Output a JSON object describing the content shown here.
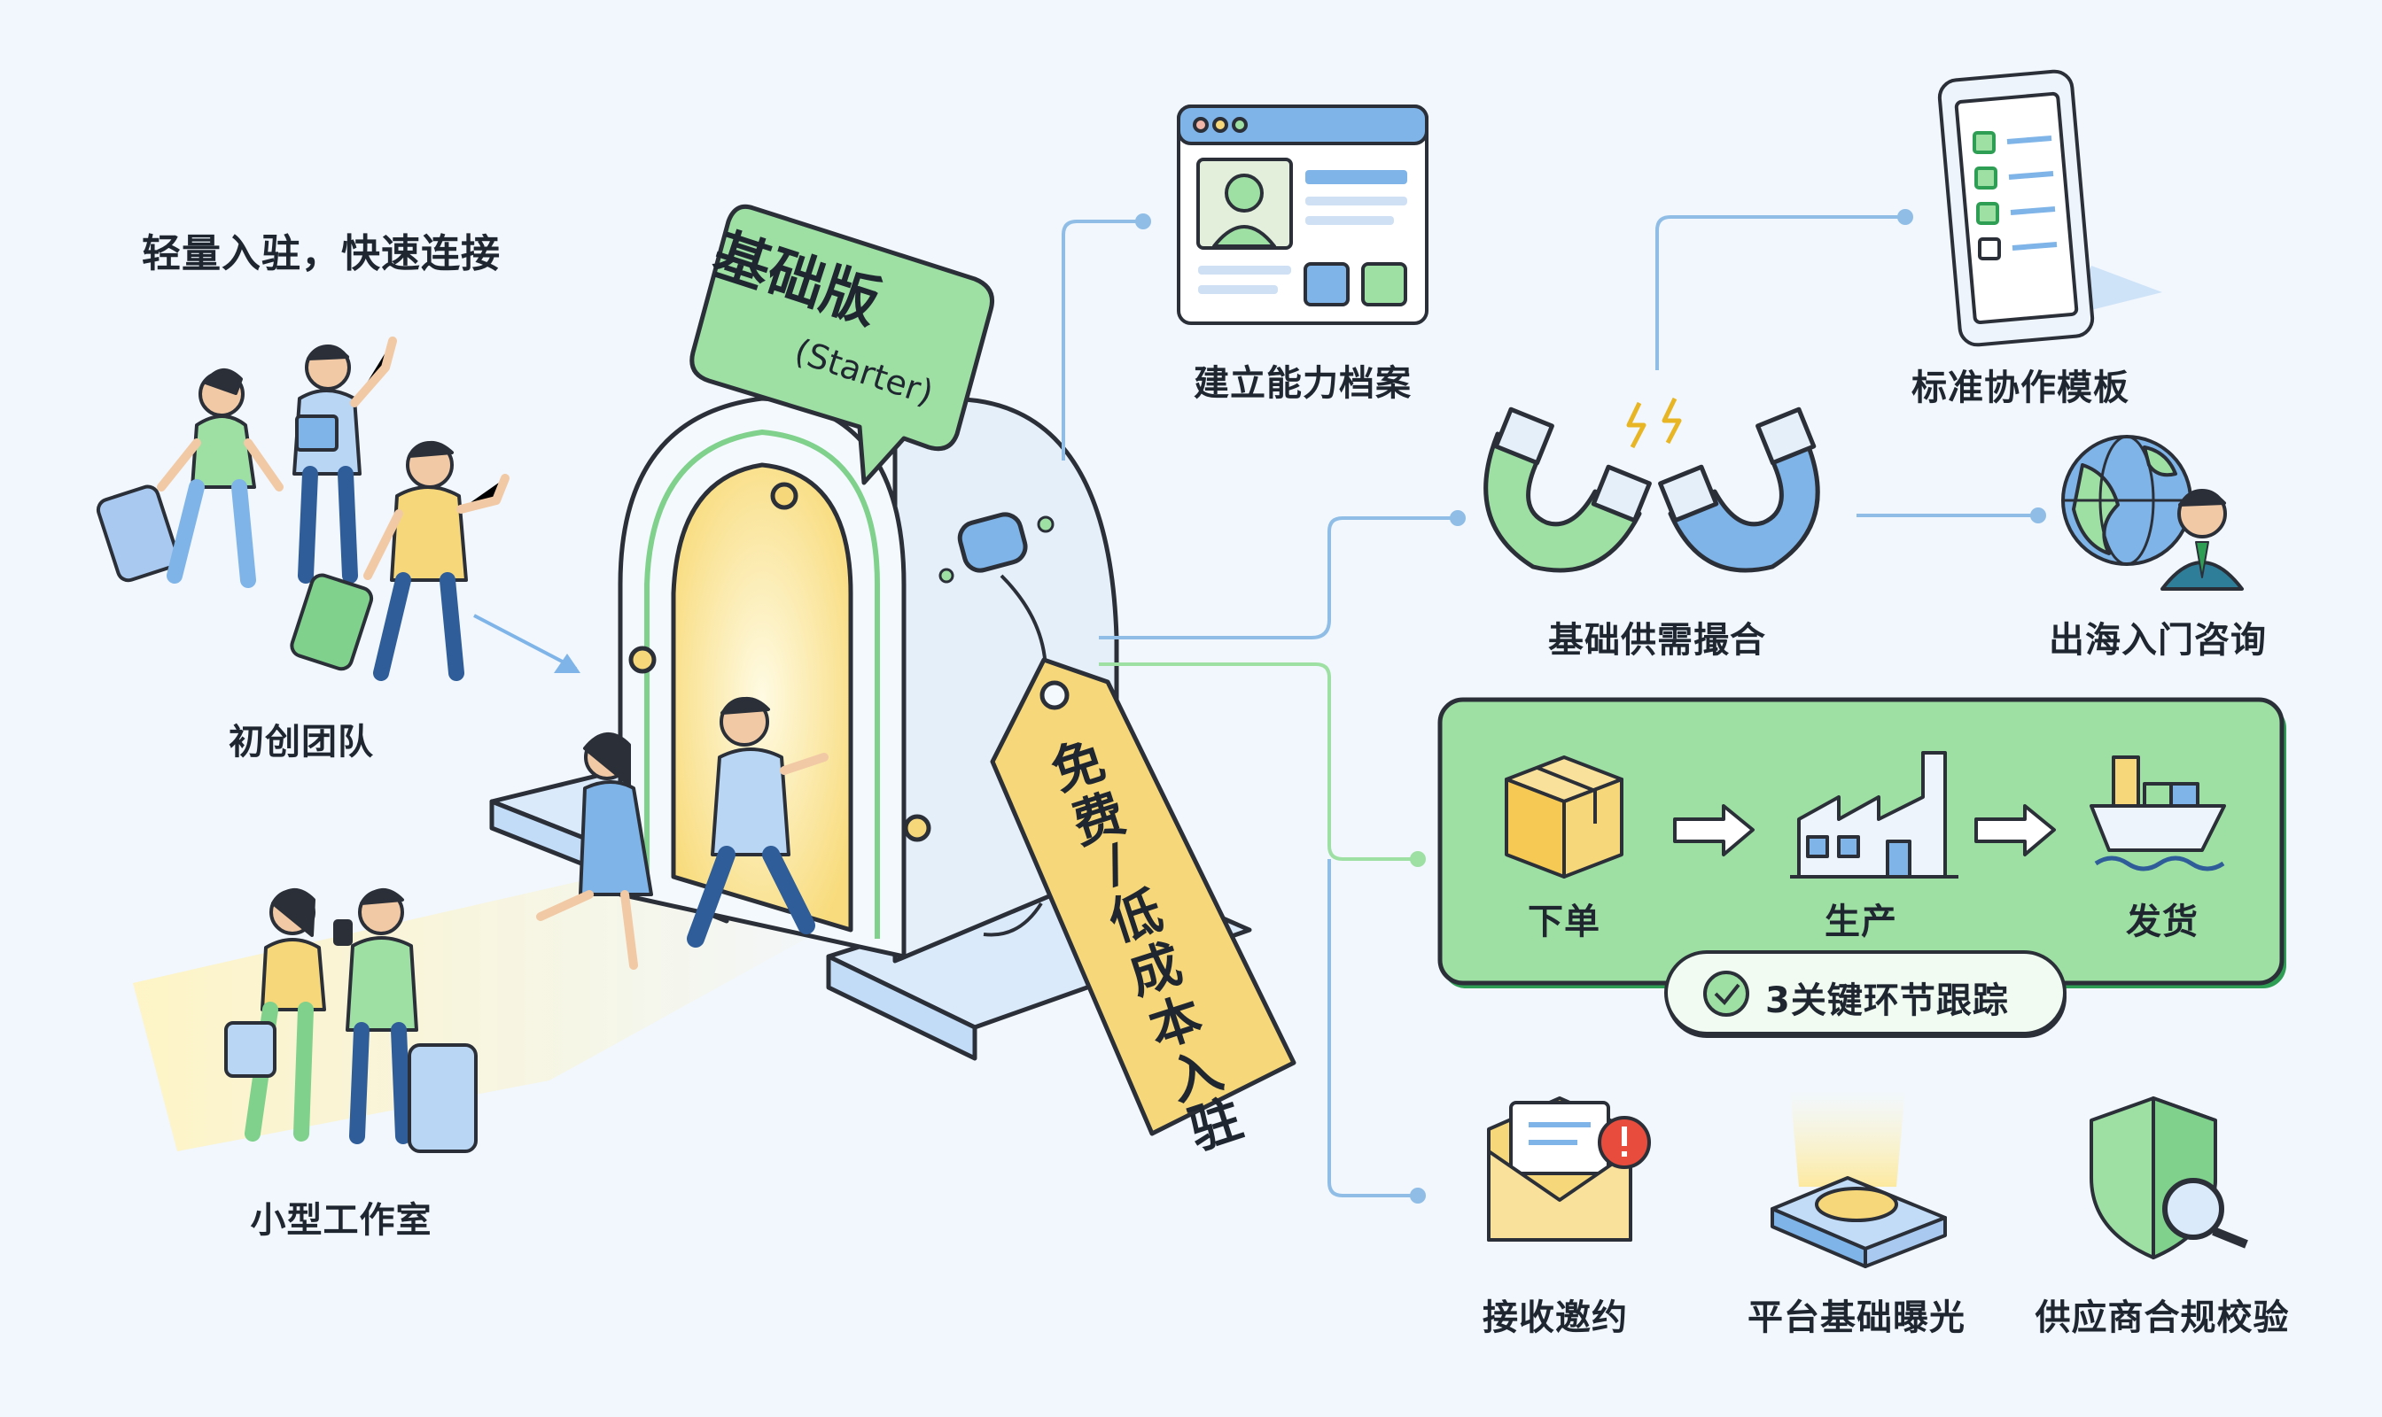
{
  "header": {
    "title": "轻量入驻，快速连接"
  },
  "groups": {
    "startup_team": "初创团队",
    "small_studio": "小型工作室"
  },
  "gate": {
    "sign_title": "基础版",
    "sign_subtitle": "(Starter)",
    "tag_text": [
      "免",
      "费",
      "/",
      "低",
      "成",
      "本",
      "入",
      "驻"
    ]
  },
  "features": {
    "profile": "建立能力档案",
    "template": "标准协作模板",
    "matching": "基础供需撮合",
    "overseas": "出海入门咨询",
    "invitation": "接收邀约",
    "exposure": "平台基础曝光",
    "compliance": "供应商合规校验"
  },
  "flow": {
    "steps": [
      "下单",
      "生产",
      "发货"
    ],
    "tracking": "3关键环节跟踪"
  },
  "colors": {
    "background": "#f1f7fd",
    "green": "#9ee0a4",
    "green_dark": "#2f9e55",
    "blue": "#7fb4e8",
    "yellow": "#f6d77a",
    "line": "#2a2f38"
  }
}
